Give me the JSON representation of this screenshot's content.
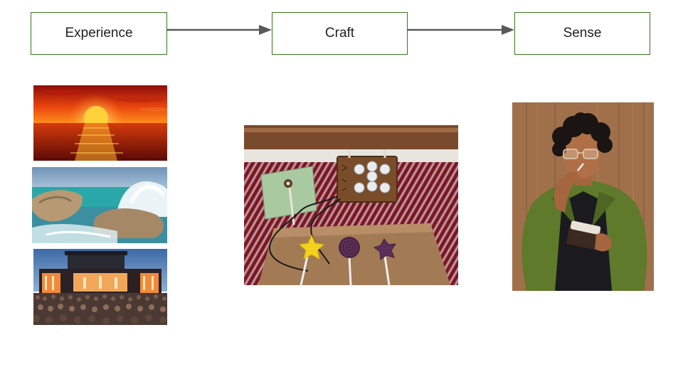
{
  "flow": {
    "stages": [
      {
        "label": "Experience"
      },
      {
        "label": "Craft"
      },
      {
        "label": "Sense"
      }
    ],
    "box_border_color": "#38761d",
    "arrow_color": "#595959"
  },
  "images": {
    "experience": [
      "sunset-over-sea",
      "waves-crashing-on-rocks",
      "concert-crowd-stage"
    ],
    "craft": "lollipop-sensor-craft-prototype",
    "sense": "person-tasting-lollipop"
  }
}
